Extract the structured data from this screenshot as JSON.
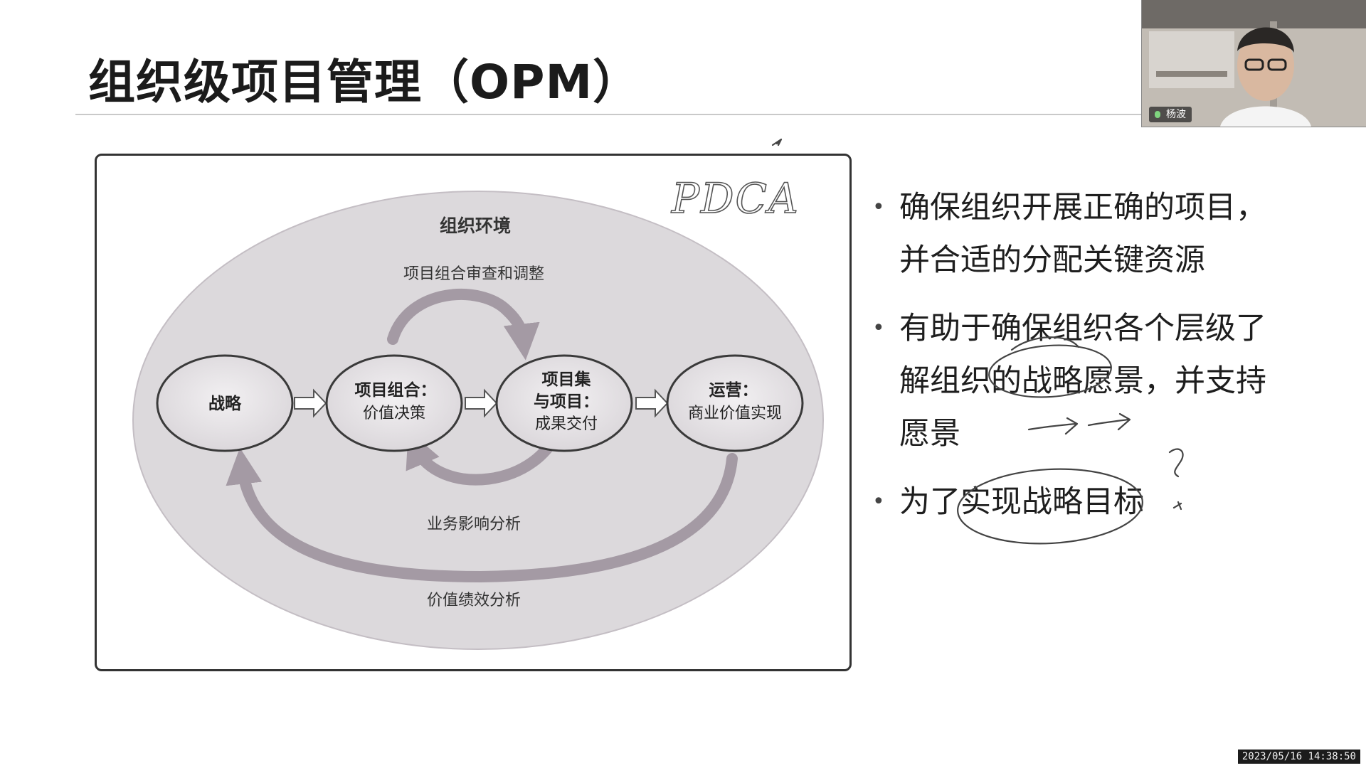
{
  "slide": {
    "title": "组织级项目管理（OPM）"
  },
  "diagram": {
    "environment_label": "组织环境",
    "top_arc_label": "项目组合审查和调整",
    "bottom_inner_arc_label": "业务影响分析",
    "bottom_outer_arc_label": "价值绩效分析",
    "nodes": [
      {
        "lines": [
          "战略"
        ]
      },
      {
        "lines": [
          "项目组合：",
          "价值决策"
        ]
      },
      {
        "lines": [
          "项目集",
          "与项目：",
          "成果交付"
        ]
      },
      {
        "lines": [
          "运营：",
          "商业价值实现"
        ]
      }
    ],
    "handwriting": "PDCA"
  },
  "bullets": [
    {
      "lines": [
        "确保组织开展正确的项目，",
        "并合适的分配关键资源"
      ]
    },
    {
      "lines": [
        "有助于确保组织各个层级了",
        "解组织的战略愿景，并支持",
        "愿景"
      ]
    },
    {
      "lines": [
        "为了实现战略目标"
      ]
    }
  ],
  "webcam": {
    "name_tag": "杨波"
  },
  "timestamp": "2023/05/16 14:38:50",
  "colors": {
    "ellipse_fill": "#dcd9dc",
    "node_fill": "#eae7ea",
    "arc_color": "#a49aa4"
  }
}
